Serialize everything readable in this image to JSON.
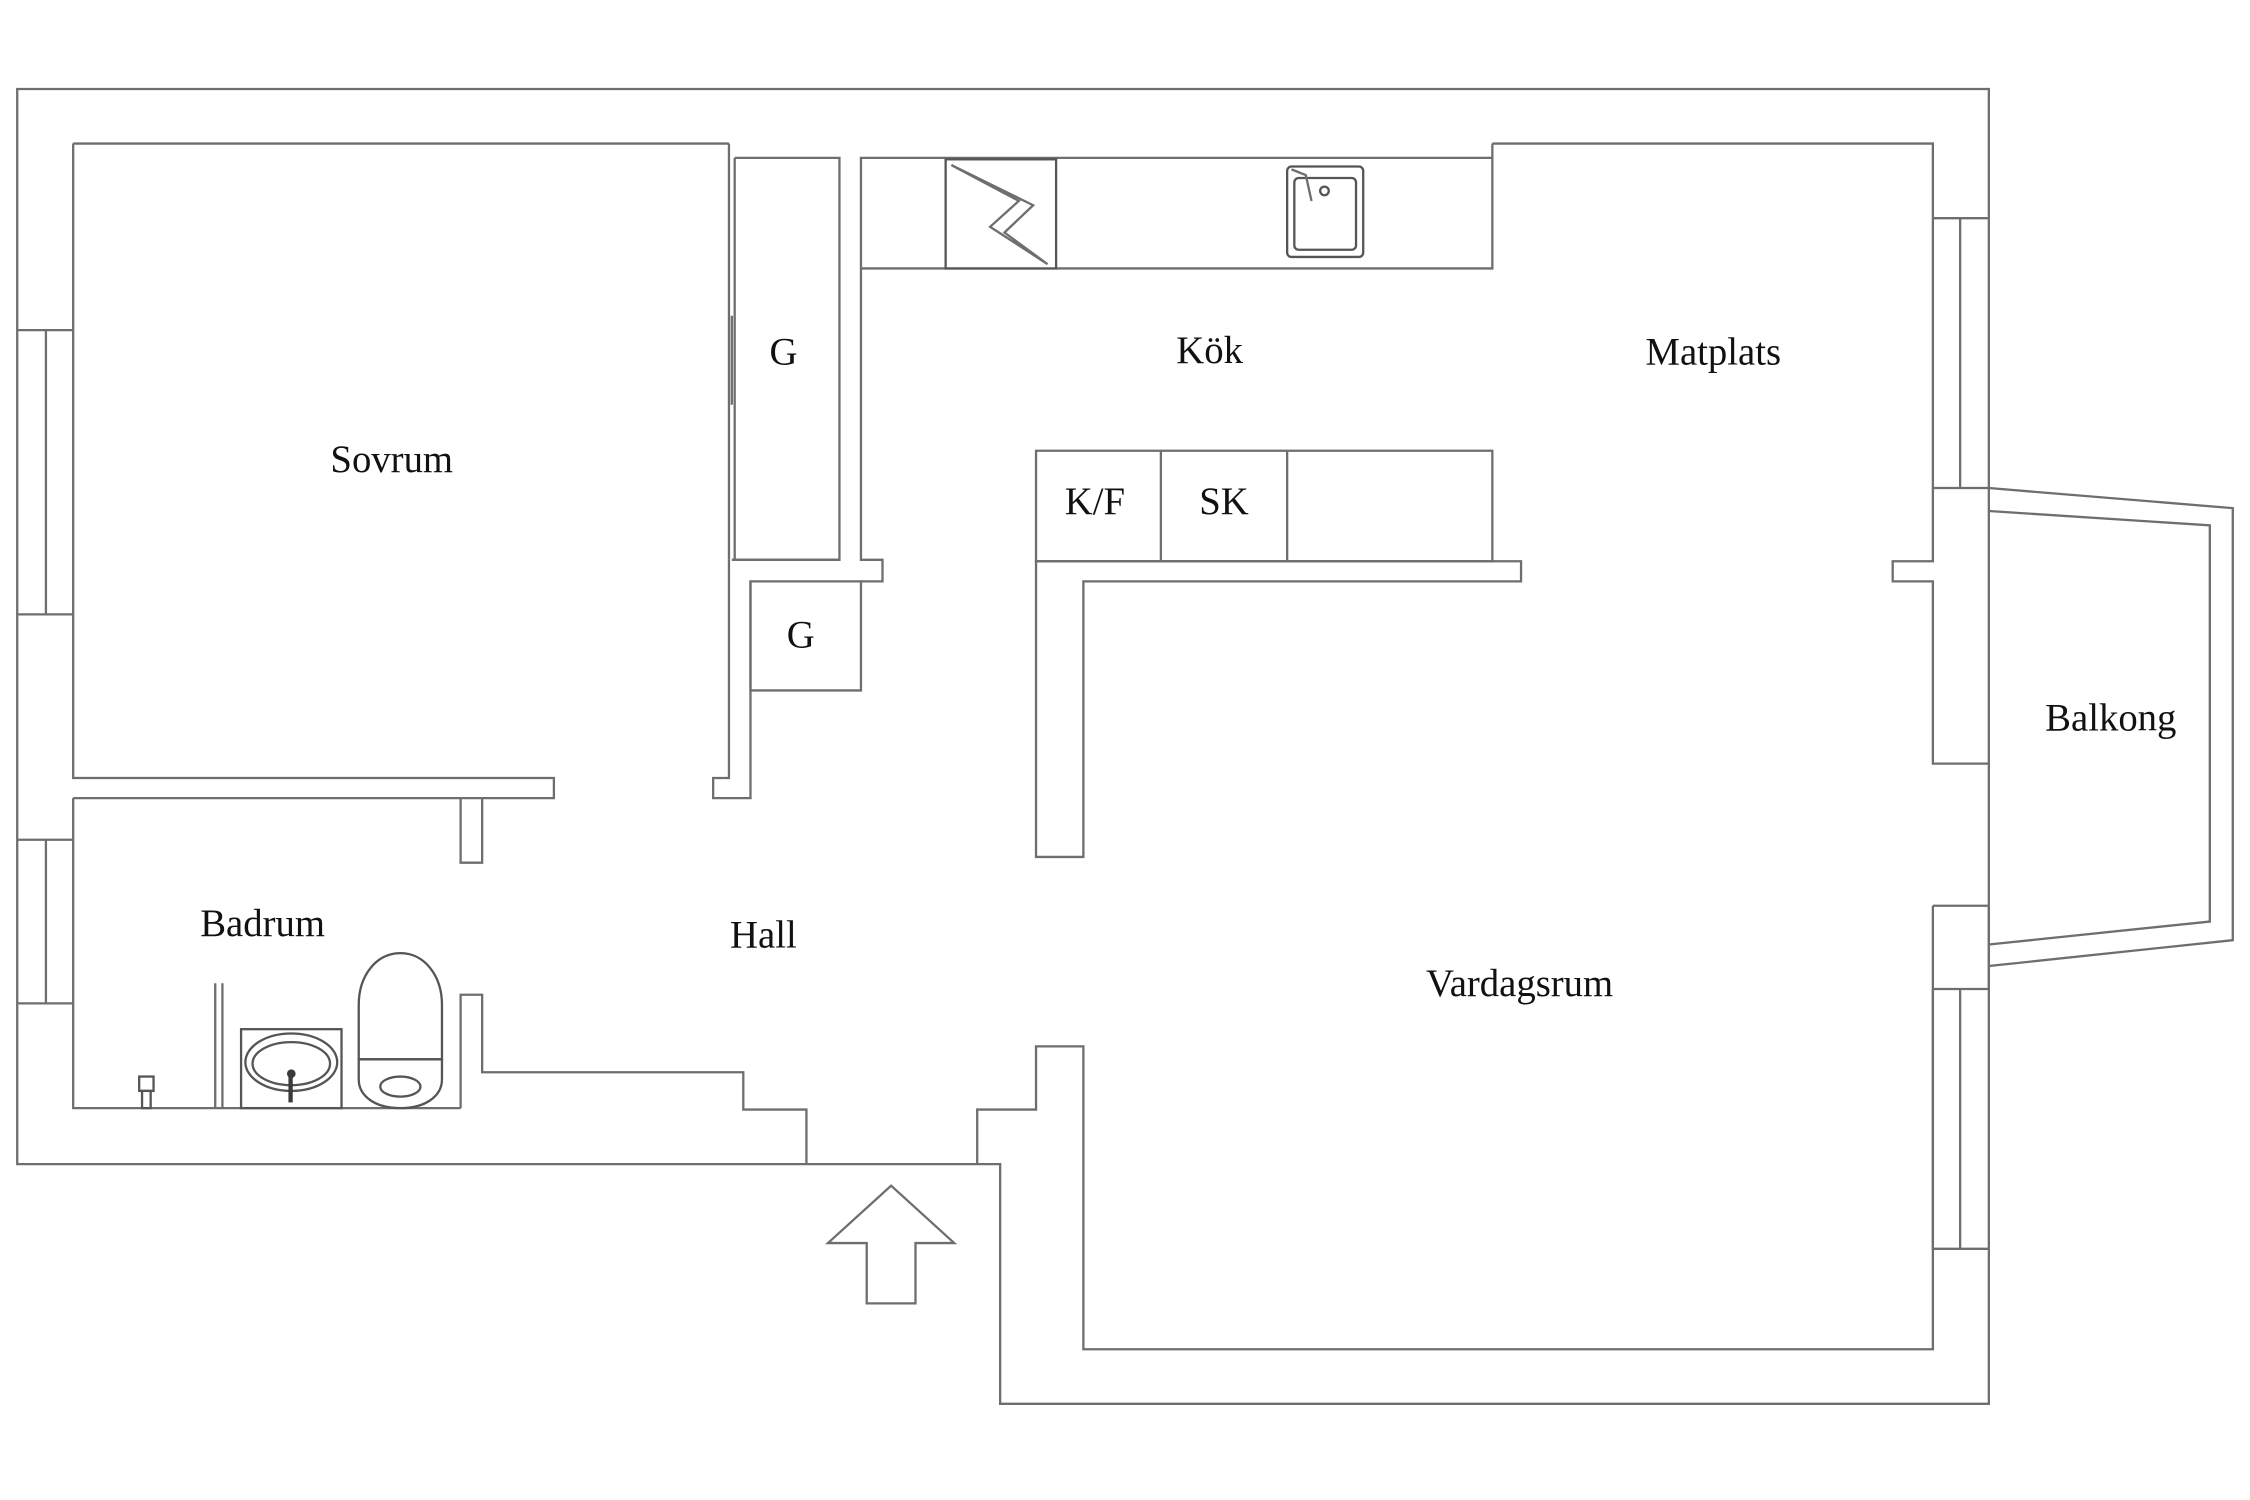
{
  "rooms": {
    "sovrum": "Sovrum",
    "garderob_1": "G",
    "garderob_2": "G",
    "kok": "Kök",
    "matplats": "Matplats",
    "kyl_frys": "K/F",
    "skap": "SK",
    "badrum": "Badrum",
    "hall": "Hall",
    "vardagsrum": "Vardagsrum",
    "balkong": "Balkong"
  }
}
